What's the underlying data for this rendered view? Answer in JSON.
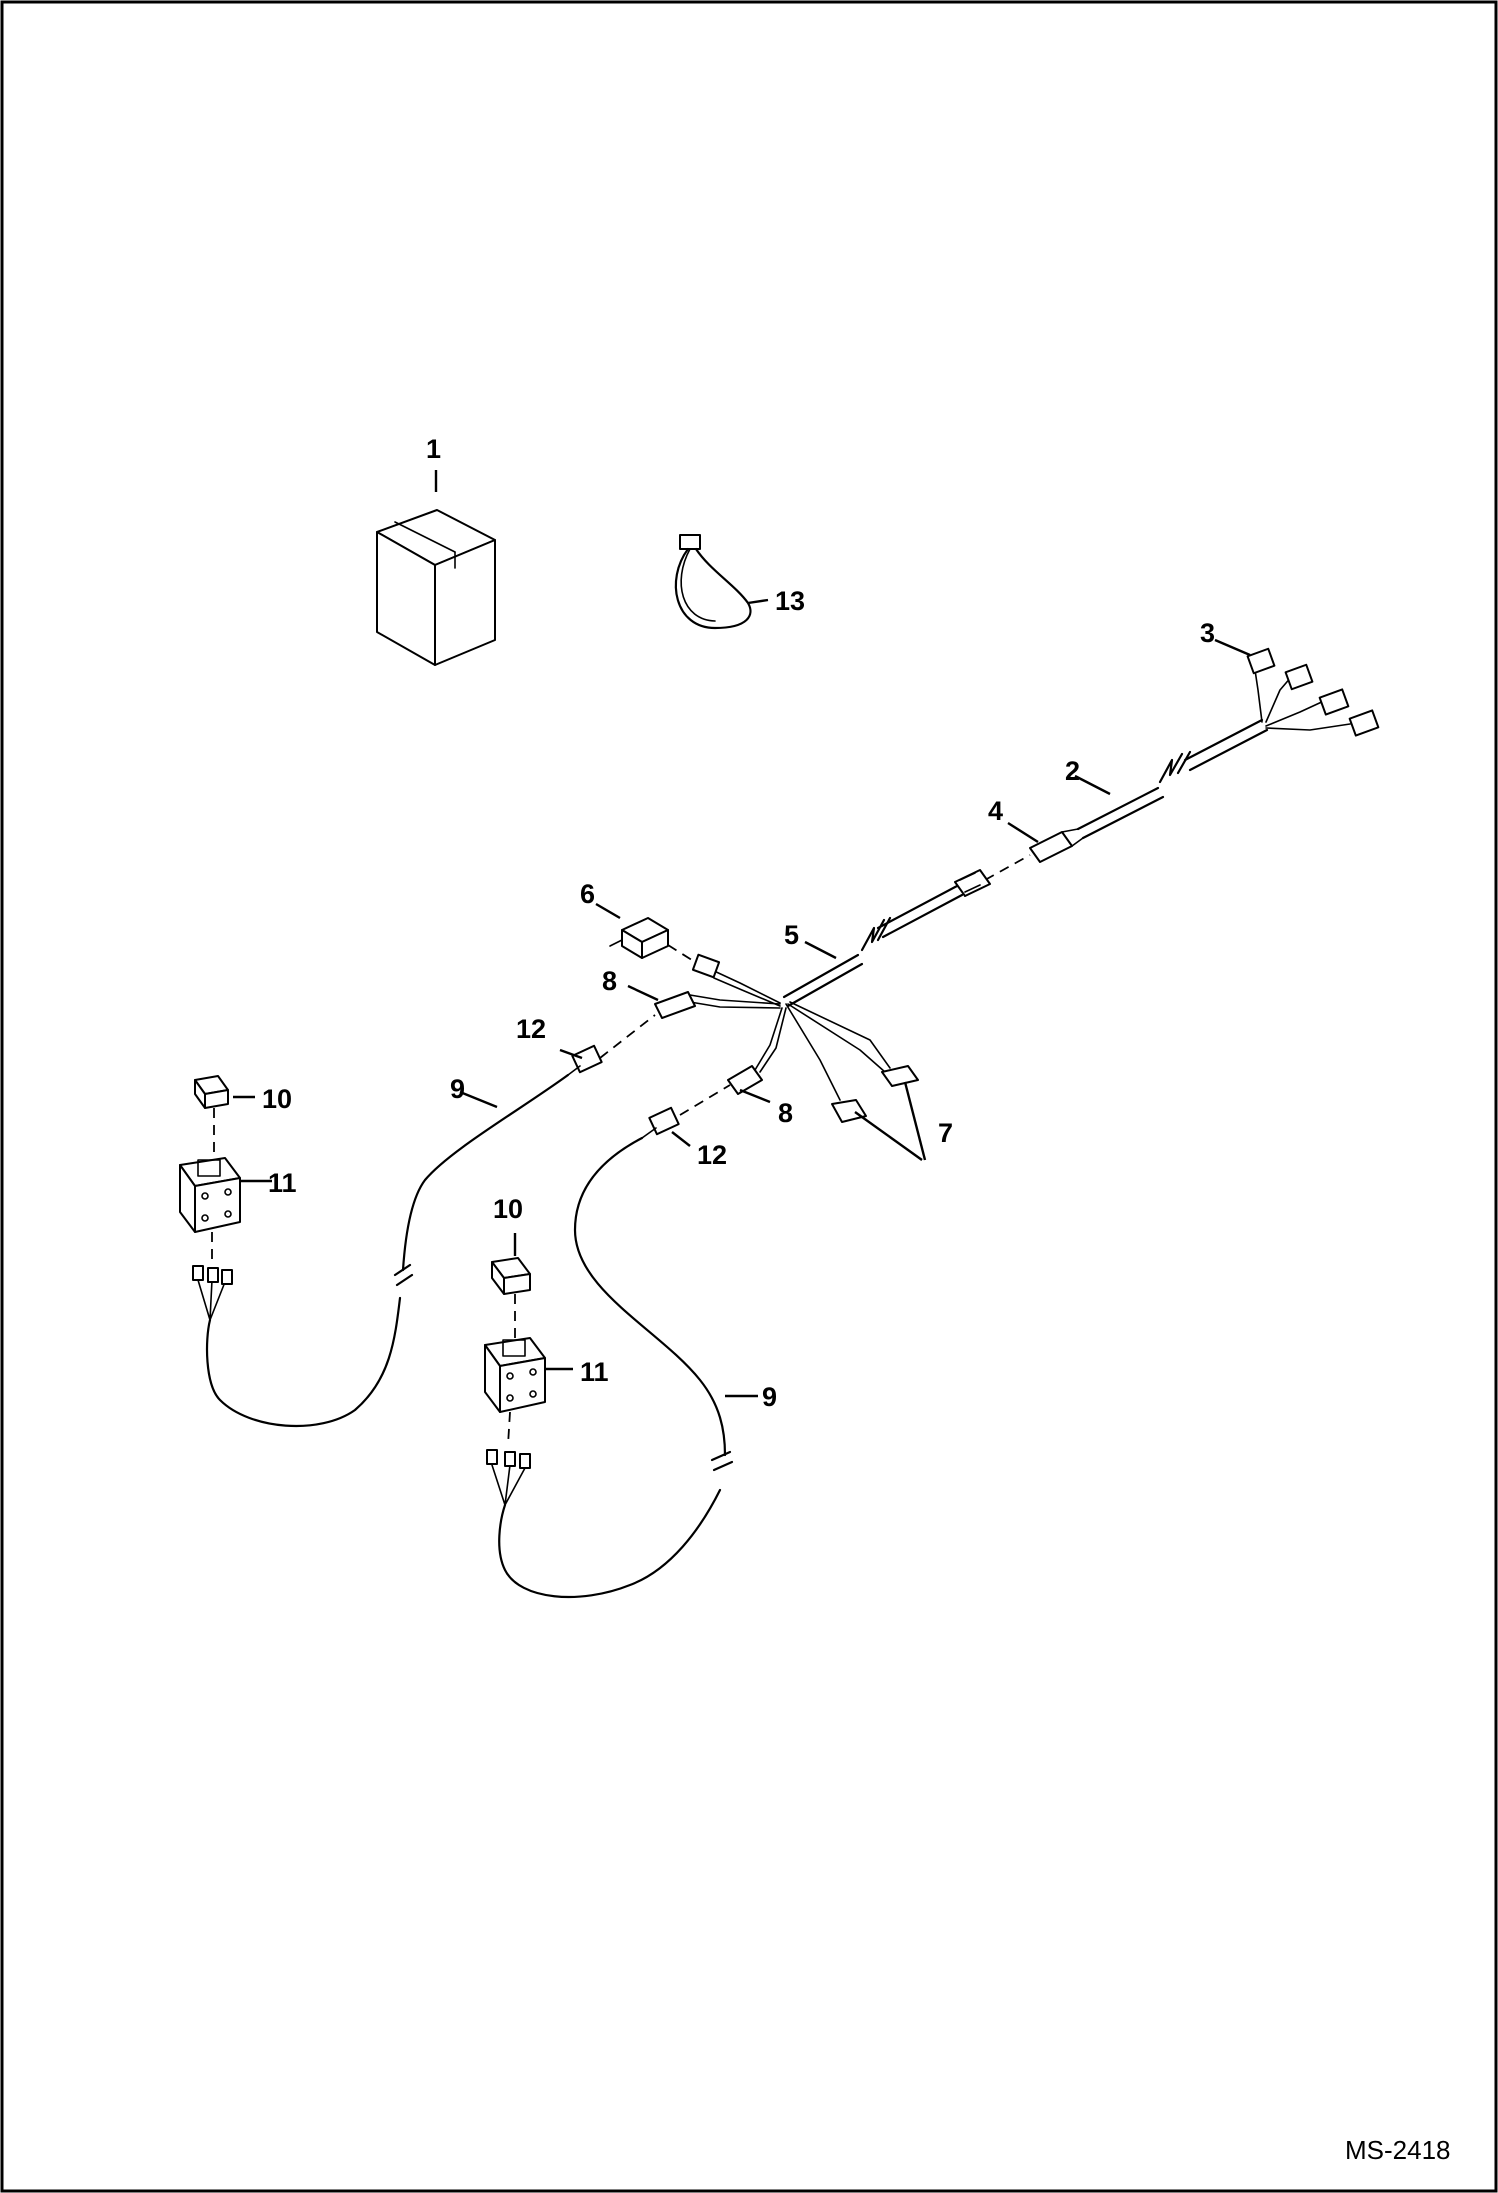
{
  "drawing": {
    "code": "MS-2418"
  },
  "callouts": [
    {
      "id": "1"
    },
    {
      "id": "2"
    },
    {
      "id": "3"
    },
    {
      "id": "4"
    },
    {
      "id": "5"
    },
    {
      "id": "6"
    },
    {
      "id": "7"
    },
    {
      "id": "8"
    },
    {
      "id": "8"
    },
    {
      "id": "9"
    },
    {
      "id": "9"
    },
    {
      "id": "10"
    },
    {
      "id": "10"
    },
    {
      "id": "11"
    },
    {
      "id": "11"
    },
    {
      "id": "12"
    },
    {
      "id": "12"
    },
    {
      "id": "13"
    }
  ]
}
